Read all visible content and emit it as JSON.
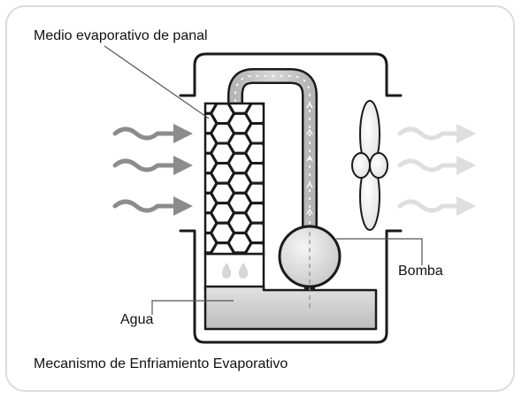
{
  "labels": {
    "media": "Medio evaporativo de panal",
    "pump": "Bomba",
    "water": "Agua"
  },
  "caption": "Mecanismo de Enfriamiento Evaporativo",
  "colors": {
    "outline": "#1a1a1a",
    "arrow_in": "#8c8c8c",
    "arrow_out": "#dedede",
    "water": "#d2d2d2",
    "pipe_fill": "#c4c4c4",
    "pump_fill": "#e8e8e8",
    "card_border": "#dcdcdc"
  }
}
